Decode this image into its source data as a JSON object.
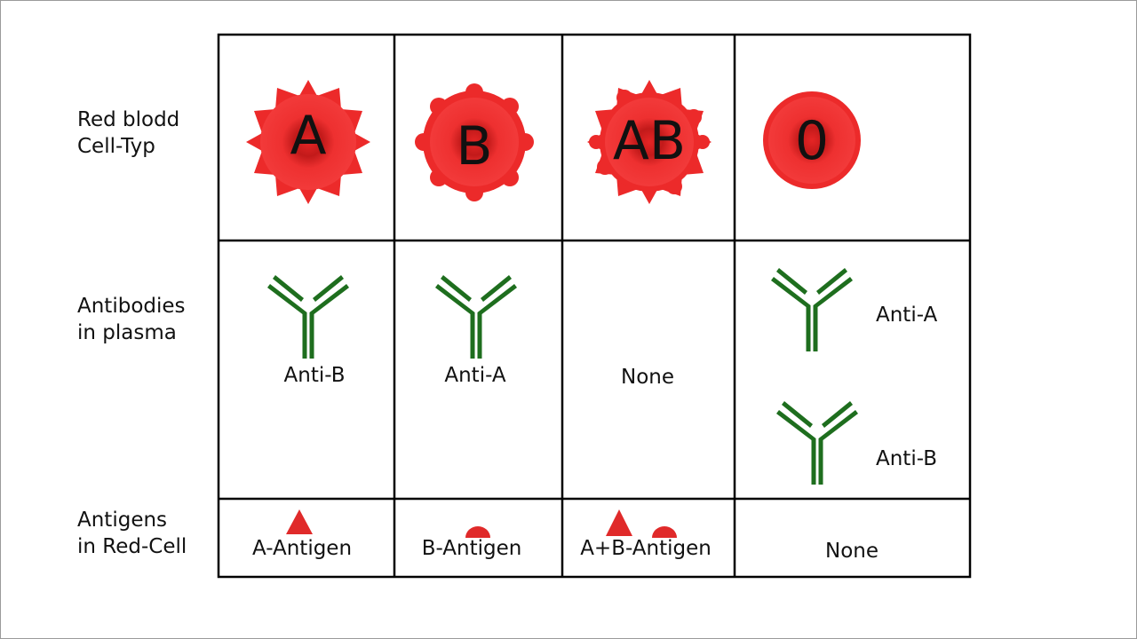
{
  "row_labels": {
    "cell_type": "Red blodd\nCell-Typ",
    "antibodies": "Antibodies\nin plasma",
    "antigens": "Antigens\nin Red-Cell"
  },
  "columns": [
    {
      "blood_type": "A",
      "antigen_shape": "spike",
      "antibodies": [
        "Anti-B"
      ],
      "antigens_label": "A-Antigen"
    },
    {
      "blood_type": "B",
      "antigen_shape": "bump",
      "antibodies": [
        "Anti-A"
      ],
      "antigens_label": "B-Antigen"
    },
    {
      "blood_type": "AB",
      "antigen_shape": "spike-and-bump",
      "antibodies": [
        "None"
      ],
      "antigens_label": "A+B-Antigen"
    },
    {
      "blood_type": "0",
      "antigen_shape": "none",
      "antibodies": [
        "Anti-A",
        "Anti-B"
      ],
      "antigens_label": "None"
    }
  ],
  "colors": {
    "cell_red": "#ec2a2a",
    "cell_dark": "#c81e1e",
    "antibody_green": "#1e6e1e",
    "grid_line": "#000000"
  },
  "icons": {
    "antigen_a": "red-triangle-icon",
    "antigen_b": "red-semicircle-icon",
    "antibody": "y-shaped-antibody-icon"
  }
}
